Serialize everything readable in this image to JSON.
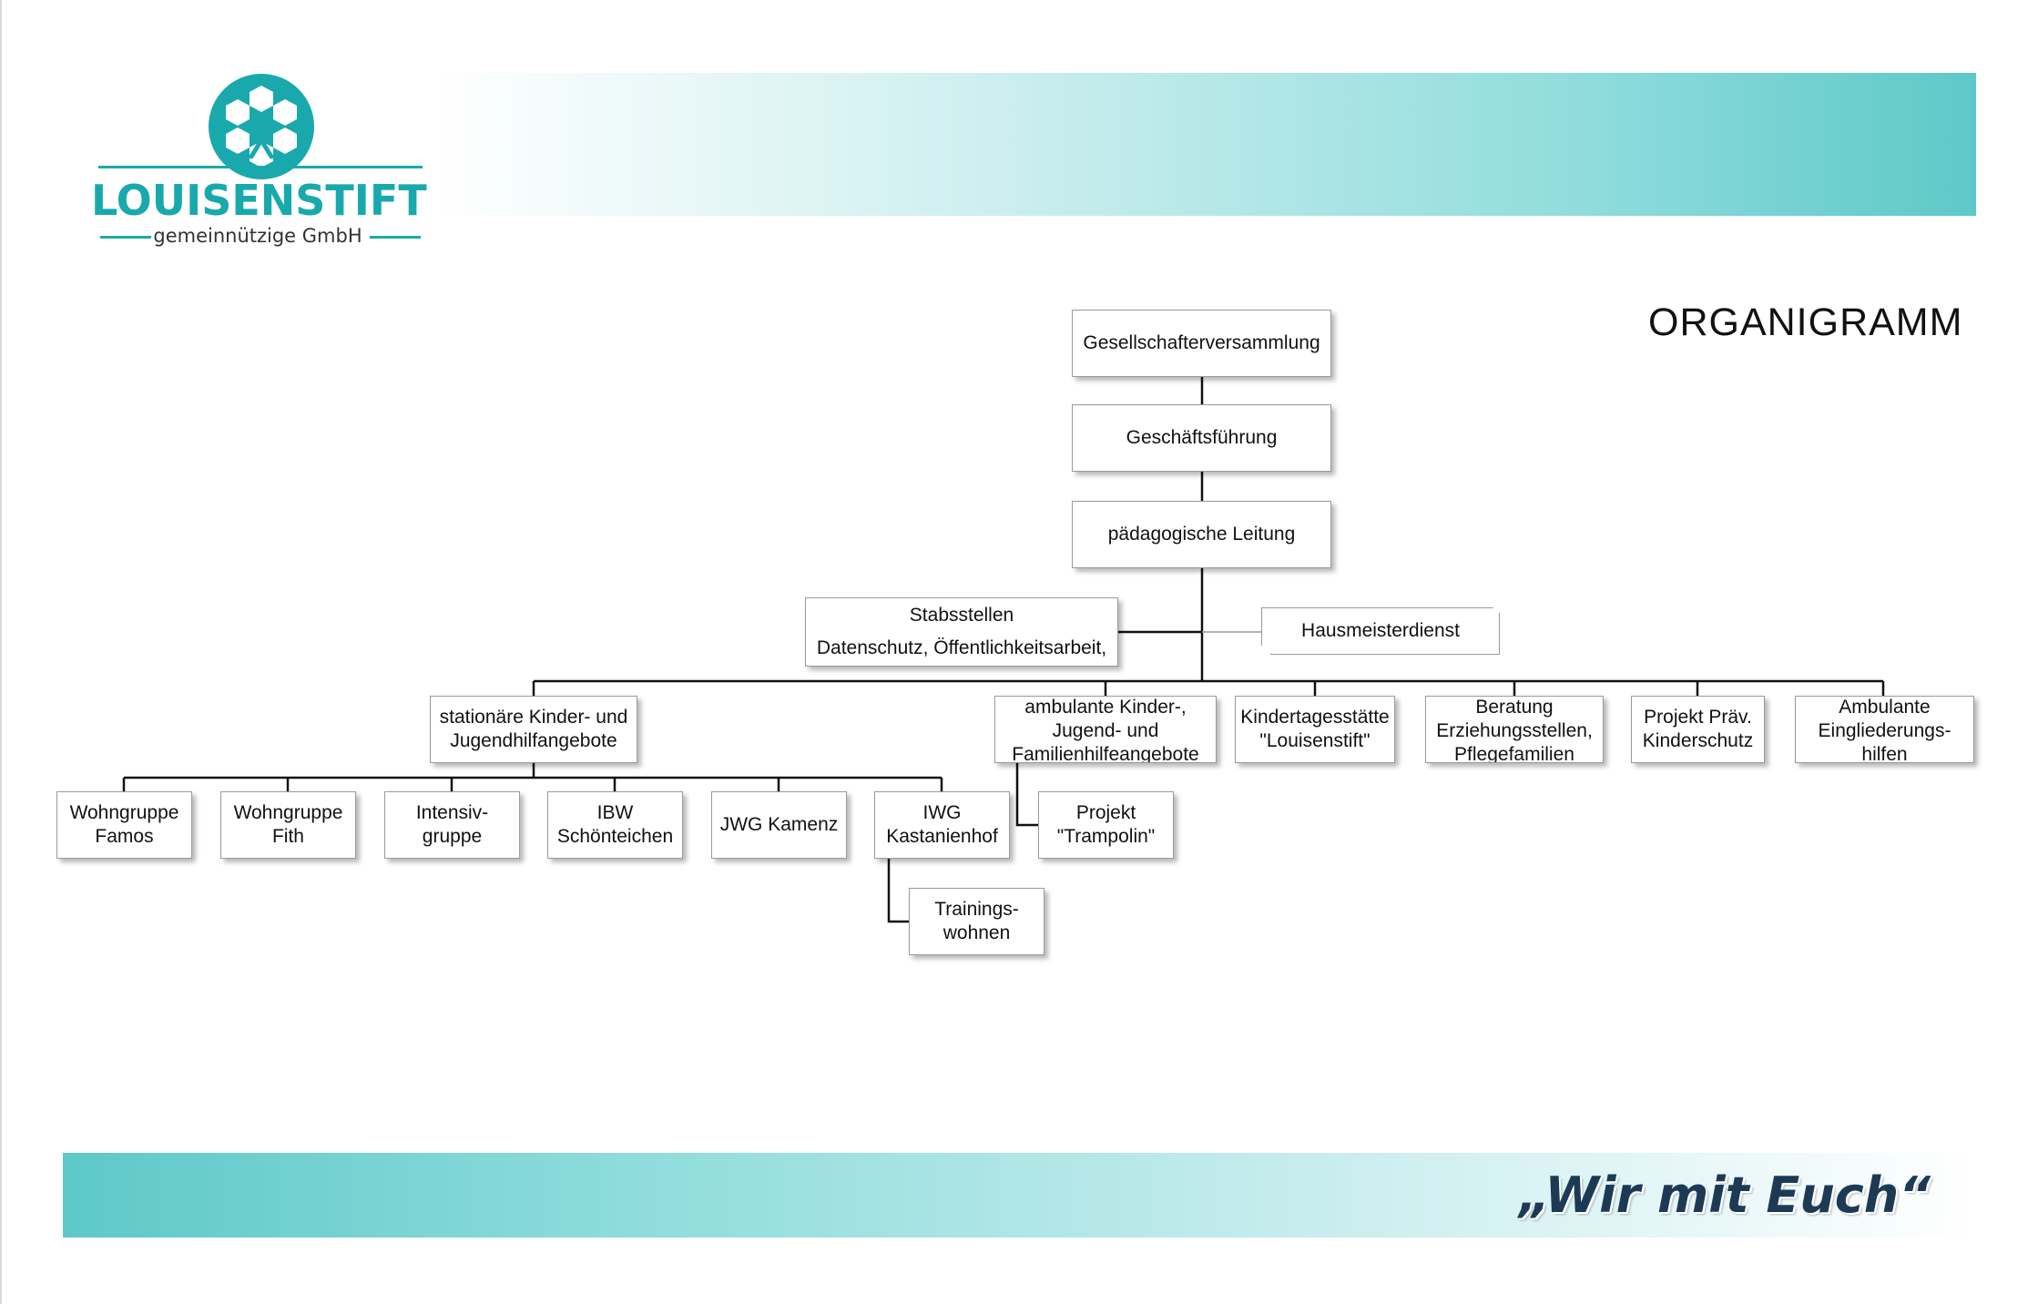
{
  "logo": {
    "name": "LOUISENSTIFT",
    "subtitle": "gemeinnützige GmbH",
    "brand_color": "#19a9ad"
  },
  "title": "ORGANIGRAMM",
  "slogan": "„Wir mit Euch“",
  "colors": {
    "banner": "#5ec8c8",
    "slogan_text": "#1d3a55",
    "line": "#111111",
    "box_border": "#9a9a9a"
  },
  "nodes": {
    "gesellschafterversammlung": "Gesellschafterversammlung",
    "geschaeftsfuehrung": "Geschäftsführung",
    "paedagogische_leitung": "pädagogische Leitung",
    "stabsstellen": "Stabsstellen\nDatenschutz, Öffentlichkeitsarbeit,",
    "hausmeisterdienst": "Hausmeisterdienst",
    "stationaer": "stationäre Kinder- und\nJugendhilfangebote",
    "ambulant": "ambulante Kinder-,\nJugend- und\nFamilienhilfeangebote",
    "kita": "Kindertagesstätte\n\"Louisenstift\"",
    "beratung": "Beratung\nErziehungsstellen,\nPflegefamilien",
    "projekt_kinderschutz": "Projekt Präv.\nKinderschutz",
    "eingliederung": "Ambulante\nEingliederungs-\nhilfen",
    "wg_famos": "Wohngruppe\nFamos",
    "wg_fith": "Wohngruppe\nFith",
    "intensivgruppe": "Intensiv-\ngruppe",
    "ibw": "IBW\nSchönteichen",
    "jwg_kamenz": "JWG Kamenz",
    "iwg": "IWG\nKastanienhof",
    "trainingswohnen": "Trainings-\nwohnen",
    "trampolin": "Projekt\n\"Trampolin\""
  }
}
